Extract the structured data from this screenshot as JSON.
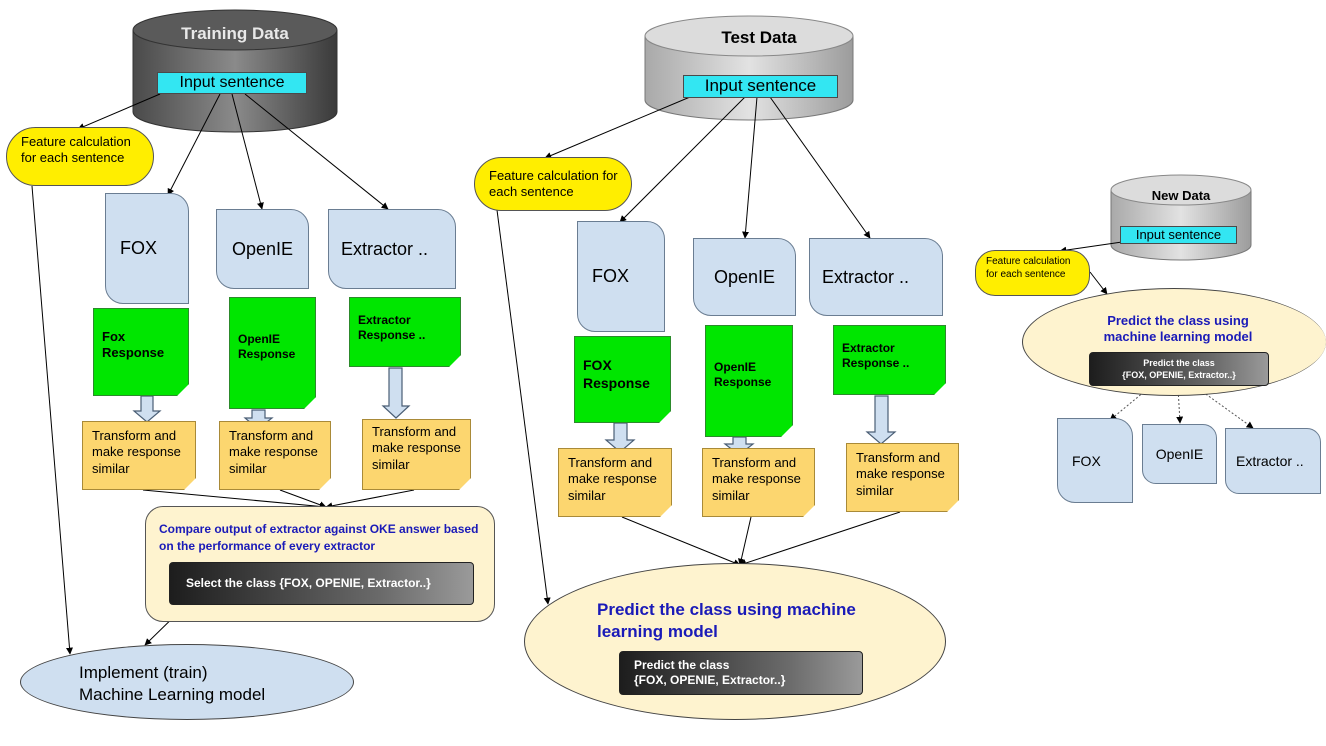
{
  "training": {
    "title": "Training Data",
    "input": "Input sentence",
    "feature": "Feature calculation for each sentence",
    "extractors": [
      "FOX",
      "OpenIE",
      "Extractor .."
    ],
    "responses": [
      "Fox Response",
      "OpenIE Response",
      "Extractor Response .."
    ],
    "transforms": [
      "Transform and make response similar",
      "Transform and make response similar",
      "Transform and make response similar"
    ],
    "compare_text": "Compare output of extractor against  OKE answer based on the performance of every extractor",
    "select_text": "Select the class {FOX, OPENIE, Extractor..}",
    "train_line1": "Implement (train)",
    "train_line2": "Machine Learning model"
  },
  "test": {
    "title": "Test Data",
    "input": "Input sentence",
    "feature": "Feature calculation for each sentence",
    "extractors": [
      "FOX",
      "OpenIE",
      "Extractor .."
    ],
    "responses": [
      "FOX Response",
      "OpenIE Response",
      "Extractor Response .."
    ],
    "transforms": [
      "Transform and make response similar",
      "Transform and make response similar",
      "Transform and make response similar"
    ],
    "predict_title": "Predict the class using machine learning model",
    "predict_class_line1": "Predict the class",
    "predict_class_line2": "{FOX, OPENIE, Extractor..}"
  },
  "new": {
    "title": "New Data",
    "input": "Input sentence",
    "feature": "Feature calculation for each sentence",
    "predict_title": "Predict the class using machine learning model",
    "predict_class_line1": "Predict the class",
    "predict_class_line2": "{FOX, OPENIE, Extractor..}",
    "extractors": [
      "FOX",
      "OpenIE",
      "Extractor .."
    ]
  },
  "colors": {
    "input": "#33e6f2",
    "feature": "#ffee00",
    "extractor": "#cfdff0",
    "response": "#00e600",
    "transform": "#fcd66f",
    "compare": "#fef3cf",
    "predict_title": "#1a1ab8"
  }
}
